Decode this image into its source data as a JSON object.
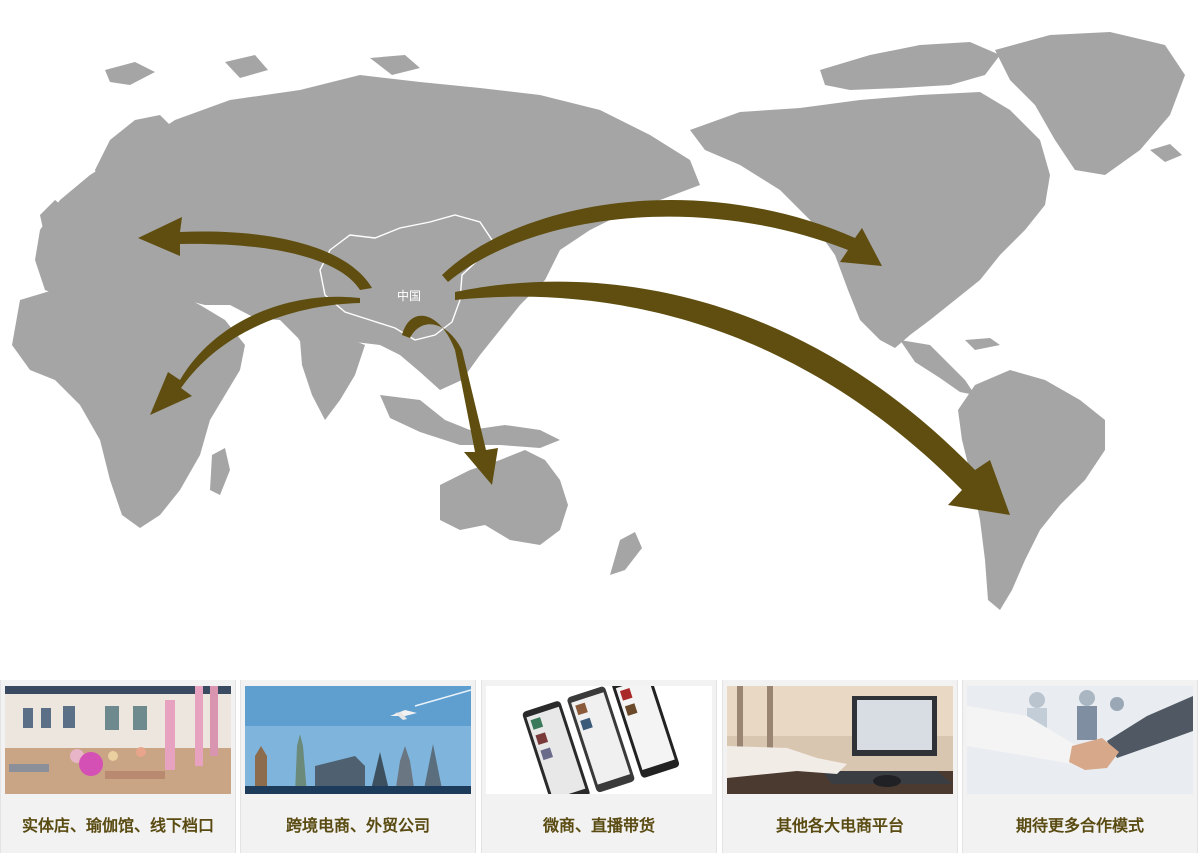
{
  "map": {
    "origin_label": "中国",
    "land_color": "#a5a5a5",
    "arrow_color": "#5f4e10",
    "arrows": [
      {
        "name": "arrow-to-europe",
        "to": "Europe"
      },
      {
        "name": "arrow-to-africa",
        "to": "Africa"
      },
      {
        "name": "arrow-to-australia",
        "to": "Australia"
      },
      {
        "name": "arrow-to-north-america",
        "to": "North America"
      },
      {
        "name": "arrow-to-south-america",
        "to": "South America"
      }
    ]
  },
  "channels": [
    {
      "label": "实体店、瑜伽馆、线下档口",
      "image": "yoga-studio-photo"
    },
    {
      "label": "跨境电商、外贸公司",
      "image": "world-landmarks-airplane-photo"
    },
    {
      "label": "微商、直播带货",
      "image": "mobile-app-screens-photo"
    },
    {
      "label": "其他各大电商平台",
      "image": "laptop-typing-photo"
    },
    {
      "label": "期待更多合作模式",
      "image": "handshake-photo"
    }
  ]
}
